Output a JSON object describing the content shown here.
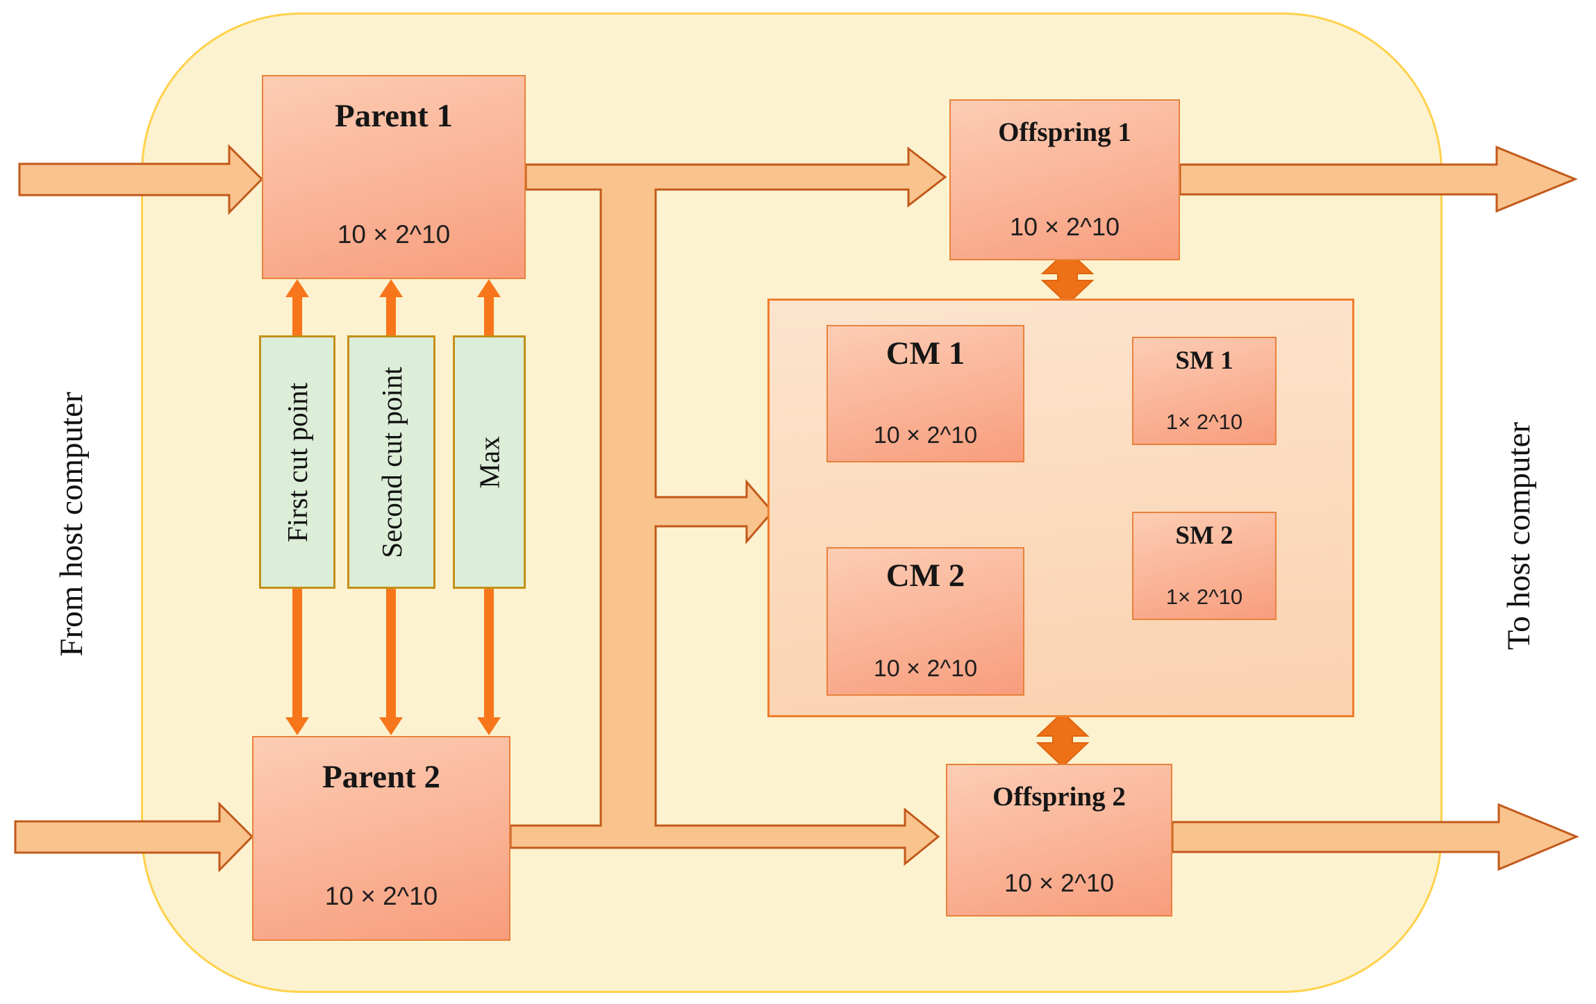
{
  "figure": {
    "left_label": "From host computer",
    "right_label": "To host computer"
  },
  "nodes": {
    "parent1": {
      "title": "Parent 1",
      "value": "10 × 2^10"
    },
    "parent2": {
      "title": "Parent 2",
      "value": "10 × 2^10"
    },
    "offspring1": {
      "title": "Offspring 1",
      "value": "10 × 2^10"
    },
    "offspring2": {
      "title": "Offspring 2",
      "value": "10 × 2^10"
    },
    "cm1": {
      "title": "CM 1",
      "value": "10 × 2^10"
    },
    "cm2": {
      "title": "CM 2",
      "value": "10 × 2^10"
    },
    "sm1": {
      "title": "SM 1",
      "value": "1× 2^10"
    },
    "sm2": {
      "title": "SM 2",
      "value": "1× 2^10"
    }
  },
  "selectors": {
    "first_cut": "First cut point",
    "second_cut": "Second cut point",
    "max": "Max"
  },
  "colors": {
    "frame_fill": "#FCF2CF",
    "frame_border": "#FFD14B",
    "flow_arrow_fill": "#F9C38D",
    "flow_arrow_border": "#C2591B",
    "node_fill_top": "#FCCDB4",
    "node_fill_bottom": "#F89D7D",
    "node_border": "#E8823C",
    "panel_fill": "#FBDCC0",
    "panel_border": "#F07D2A",
    "selector_fill": "#DCEDD8",
    "selector_border": "#C49016",
    "small_arrow": "#F8761B",
    "double_arrow": "#EE7118"
  }
}
